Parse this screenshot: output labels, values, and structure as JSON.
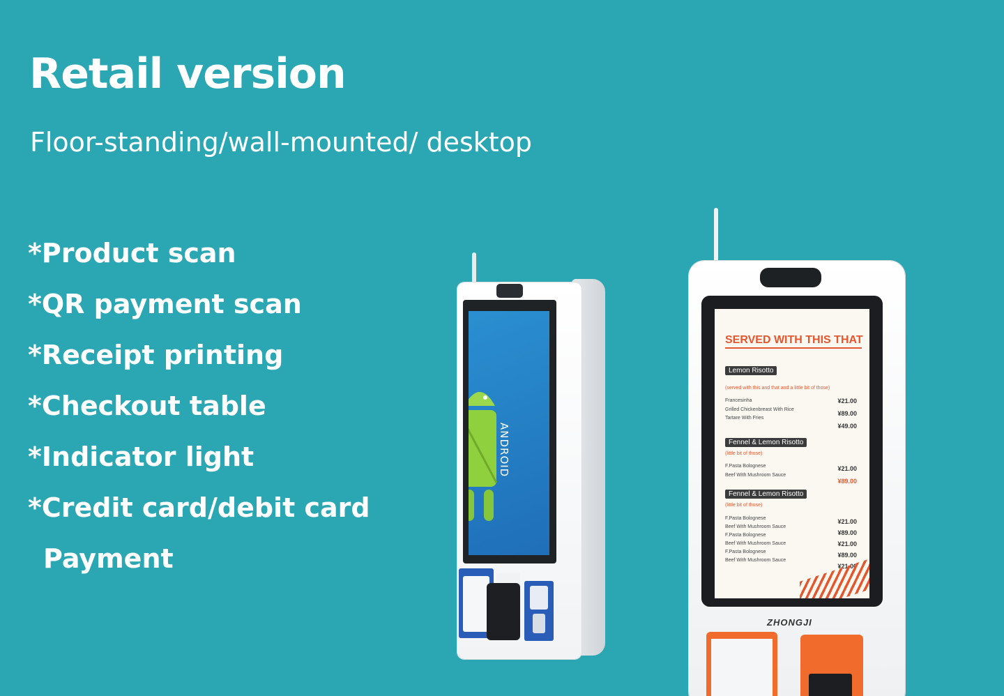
{
  "colors": {
    "background": "#2aa7b3",
    "text": "#ffffff",
    "accent": "#e4572e"
  },
  "heading": {
    "title": "Retail version",
    "subtitle": "Floor-standing/wall-mounted/ desktop"
  },
  "features": [
    "*Product scan",
    "*QR payment scan",
    "*Receipt printing",
    "*Checkout table",
    "*Indicator light",
    "*Credit card/debit card",
    "Payment"
  ],
  "kiosk_left": {
    "screen_text": "ANDROID",
    "icon": "android-robot-icon"
  },
  "kiosk_right": {
    "brand": "ZHONGJI",
    "menu": {
      "title": "SERVED WITH THIS THAT",
      "sections": [
        {
          "name": "Lemon Risotto",
          "note": "(served with this and that and a little bit of those)",
          "items": [
            "Francesinha",
            "Grilled Chickenbreast With Rice",
            "Tartare With Fries"
          ],
          "prices": [
            "¥21.00",
            "¥89.00",
            "¥49.00"
          ]
        },
        {
          "name": "Fennel & Lemon Risotto",
          "note": "(little bit of those)",
          "items": [
            "F.Pasta Bolognese",
            "Beef With Mushroom Sauce"
          ],
          "prices": [
            "¥21.00",
            "¥89.00"
          ]
        },
        {
          "name": "Fennel & Lemon Risotto",
          "note": "(little bit of those)",
          "items": [
            "F.Pasta Bolognese",
            "Beef With Mushroom Sauce",
            "F.Pasta Bolognese",
            "Beef With Mushroom Sauce",
            "F.Pasta Bolognese",
            "Beef With Mushroom Sauce"
          ],
          "prices": [
            "¥21.00",
            "¥89.00",
            "¥21.00",
            "¥89.00",
            "¥21.00"
          ]
        }
      ]
    }
  }
}
